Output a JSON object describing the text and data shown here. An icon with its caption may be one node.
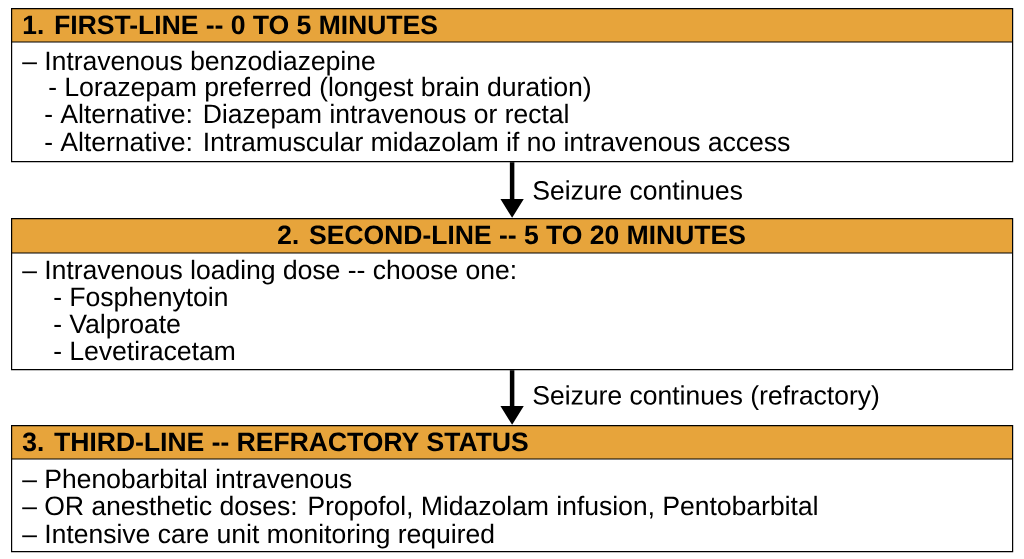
{
  "diagram": {
    "nodes": [
      {
        "text": [
          "1. FIRST-LINE -- 0 TO 5 MINUTES",
          "– Intravenous benzodiazepine",
          "- Lorazepam preferred (longest brain duration)",
          "- Alternative: Diazepam intravenous or rectal",
          "- Alternative: Intramuscular midazolam if no intravenous access"
        ]
      },
      {
        "text": [
          "2. SECOND-LINE -- 5 TO 20 MINUTES",
          "– Intravenous loading dose -- choose one:",
          "- Fosphenytoin",
          "- Valproate",
          "- Levetiracetam"
        ]
      },
      {
        "text": [
          "3. THIRD-LINE -- REFRACTORY STATUS",
          "– Phenobarbital intravenous",
          "– OR anesthetic doses: Propofol, Midazolam infusion, Pentobarbital",
          "– Intensive care unit monitoring required"
        ]
      }
    ],
    "edges": [
      {
        "from": 0,
        "to": 1,
        "arrow": "to",
        "label": "Seizure continues"
      },
      {
        "from": 1,
        "to": 2,
        "arrow": "to",
        "label": "Seizure continues (refractory)"
      }
    ]
  }
}
